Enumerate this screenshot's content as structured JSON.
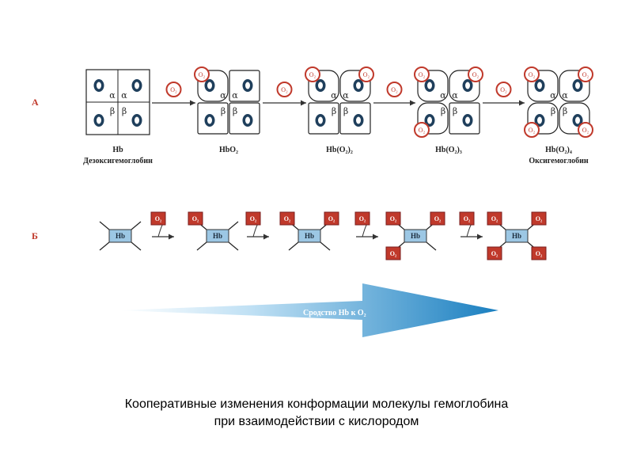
{
  "row_a": {
    "label": "А",
    "stages": [
      {
        "name": "Hb",
        "subname": "Дезоксигемоглобин"
      },
      {
        "name": "HbO₂",
        "subname": ""
      },
      {
        "name": "Hb(O₂)₂",
        "subname": ""
      },
      {
        "name": "Hb(O₂)₃",
        "subname": ""
      },
      {
        "name": "Hb(O₂)₄",
        "subname": "Оксигемоглобин"
      }
    ],
    "subunits": {
      "alpha": "α",
      "beta": "β"
    },
    "arrow_ligand": "O₂"
  },
  "row_b": {
    "label": "Б",
    "core_label": "Hb",
    "ligand": "O₂"
  },
  "affinity_arrow": {
    "text": "Сродство Hb  к  O₂"
  },
  "caption": {
    "line1": "Кооперативные  изменения конформации молекулы гемоглобина",
    "line2": "при взаимодействии  с кислородом"
  },
  "colors": {
    "ligand_red": "#c0392b",
    "hb_blue": "#9cc7e4",
    "arrow_dark": "#1a7fc0"
  }
}
